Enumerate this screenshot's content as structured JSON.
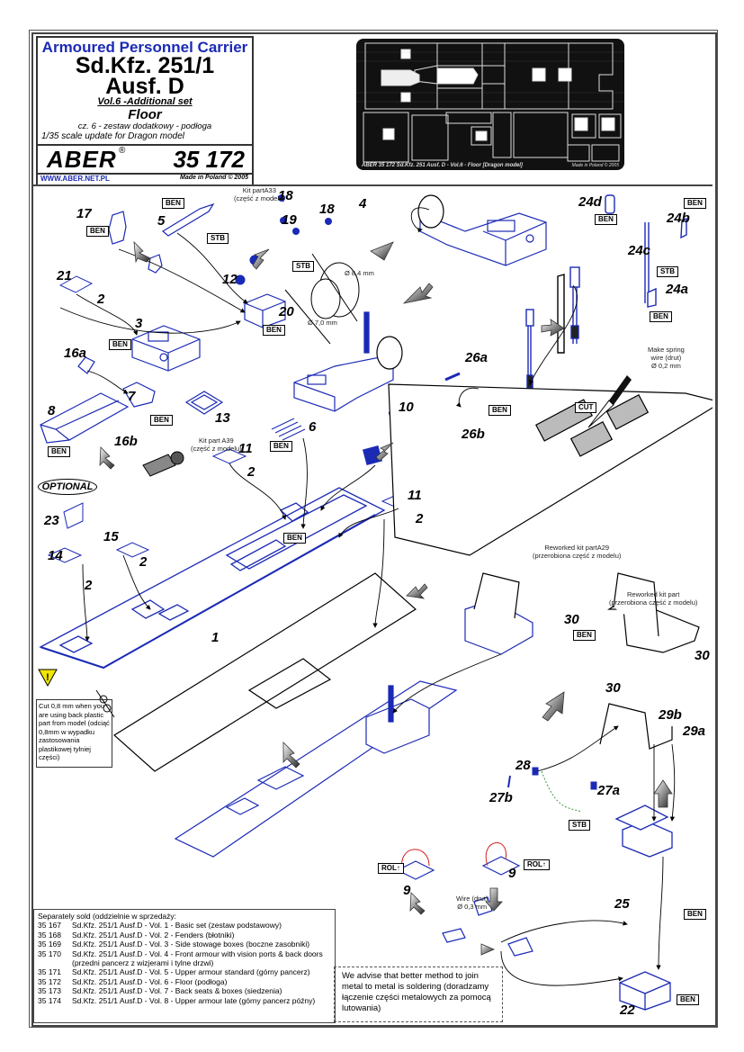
{
  "header": {
    "title": "Armoured Personnel Carrier",
    "model": "Sd.Kfz. 251/1",
    "variant": "Ausf. D",
    "volume": "Vol.6 -Additional set",
    "subject": "Floor",
    "subject_pl": "cz. 6 - zestaw dodatkowy - podłoga",
    "scale": "1/35 scale update for Dragon model",
    "brand": "ABER",
    "registered": "®",
    "product_code": "35 172",
    "website": "WWW.ABER.NET.PL",
    "made_in": "Made in Poland © 2005"
  },
  "fret": {
    "caption_left": "ABER   35 172      Sd.Kfz. 251 Ausf. D - Vol.6 - Floor   [Dragon model]",
    "caption_right": "Made in Poland   © 2005"
  },
  "colors": {
    "part_blue": "#1b2ab5",
    "fold_red": "#d42020",
    "warning_yellow": "#f2e600",
    "guide_green": "#3a9a3a"
  },
  "part_numbers": [
    {
      "id": "17",
      "label": "17"
    },
    {
      "id": "5",
      "label": "5"
    },
    {
      "id": "18a",
      "label": "18"
    },
    {
      "id": "18b",
      "label": "18"
    },
    {
      "id": "19",
      "label": "19"
    },
    {
      "id": "12",
      "label": "12"
    },
    {
      "id": "20",
      "label": "20"
    },
    {
      "id": "4",
      "label": "4"
    },
    {
      "id": "24d",
      "label": "24d"
    },
    {
      "id": "24b",
      "label": "24b"
    },
    {
      "id": "24c",
      "label": "24c"
    },
    {
      "id": "24a",
      "label": "24a"
    },
    {
      "id": "21",
      "label": "21"
    },
    {
      "id": "2a",
      "label": "2"
    },
    {
      "id": "3",
      "label": "3"
    },
    {
      "id": "16a",
      "label": "16a"
    },
    {
      "id": "7",
      "label": "7"
    },
    {
      "id": "8",
      "label": "8"
    },
    {
      "id": "13",
      "label": "13"
    },
    {
      "id": "16b",
      "label": "16b"
    },
    {
      "id": "26a",
      "label": "26a"
    },
    {
      "id": "26b",
      "label": "26b"
    },
    {
      "id": "10",
      "label": "10"
    },
    {
      "id": "6",
      "label": "6"
    },
    {
      "id": "11a",
      "label": "11"
    },
    {
      "id": "2b",
      "label": "2"
    },
    {
      "id": "11b",
      "label": "11"
    },
    {
      "id": "2c",
      "label": "2"
    },
    {
      "id": "23",
      "label": "23"
    },
    {
      "id": "15",
      "label": "15"
    },
    {
      "id": "2d",
      "label": "2"
    },
    {
      "id": "14",
      "label": "14"
    },
    {
      "id": "2e",
      "label": "2"
    },
    {
      "id": "1",
      "label": "1"
    },
    {
      "id": "30a",
      "label": "30"
    },
    {
      "id": "30b",
      "label": "30"
    },
    {
      "id": "30c",
      "label": "30"
    },
    {
      "id": "29b",
      "label": "29b"
    },
    {
      "id": "29a",
      "label": "29a"
    },
    {
      "id": "28",
      "label": "28"
    },
    {
      "id": "27b",
      "label": "27b"
    },
    {
      "id": "27a",
      "label": "27a"
    },
    {
      "id": "9a",
      "label": "9"
    },
    {
      "id": "9b",
      "label": "9"
    },
    {
      "id": "25",
      "label": "25"
    },
    {
      "id": "22",
      "label": "22"
    }
  ],
  "tags": {
    "ben": "BEN",
    "stb": "STB",
    "rol": "ROL",
    "cut": "CUT"
  },
  "notes": {
    "kit_a33": "Kit partA33\n(część z modelu)",
    "dia_84": "Ø 8,4 mm",
    "dia_70": "Ø 7,0 mm",
    "spring": "Make spring\nwire (drut)\nØ 0,2 mm",
    "kit_a39": "Kit part A39\n(część z modelu)",
    "optional": "OPTIONAL",
    "reworked_a29": "Reworked kit partA29\n(przerobiona część z modelu)",
    "reworked_part": "Reworked kit part\n(przerobiona część z modelu)",
    "wire_03": "Wire (drut)\nØ 0,3 mm",
    "cut_warning": "Cut 0,8 mm when you are using back plastic part from model (odciąć 0,8mm w wypadku zastosowania plastikowej tylniej części)",
    "advise": "We advise that better method to join metal to metal is soldering (doradzamy łączenie części metalowych za pomocą lutowania)"
  },
  "separately_sold": {
    "heading": "Separately sold (oddzielnie w sprzedaży:",
    "items": [
      {
        "code": "35 167",
        "text": "Sd.Kfz. 251/1 Ausf.D - Vol. 1 - Basic set (zestaw podstawowy)"
      },
      {
        "code": "35 168",
        "text": "Sd.Kfz. 251/1 Ausf.D - Vol. 2 - Fenders (błotniki)"
      },
      {
        "code": "35 169",
        "text": "Sd.Kfz. 251/1 Ausf.D - Vol. 3 - Side stowage boxes (boczne zasobniki)"
      },
      {
        "code": "35 170",
        "text": "Sd.Kfz. 251/1 Ausf.D - Vol. 4 - Front armour with vision ports & back doors (przedni pancerz z wizjerami i tylne drzwi)"
      },
      {
        "code": "35 171",
        "text": "Sd.Kfz. 251/1 Ausf.D - Vol. 5 - Upper armour standard (górny pancerz)"
      },
      {
        "code": "35 172",
        "text": "Sd.Kfz. 251/1 Ausf.D - Vol. 6 - Floor (podłoga)"
      },
      {
        "code": "35 173",
        "text": "Sd.Kfz. 251/1 Ausf.D - Vol. 7 - Back seats & boxes (siedzenia)"
      },
      {
        "code": "35 174",
        "text": "Sd.Kfz. 251/1 Ausf.D - Vol. 8 - Upper armour late (górny pancerz późny)"
      }
    ]
  }
}
